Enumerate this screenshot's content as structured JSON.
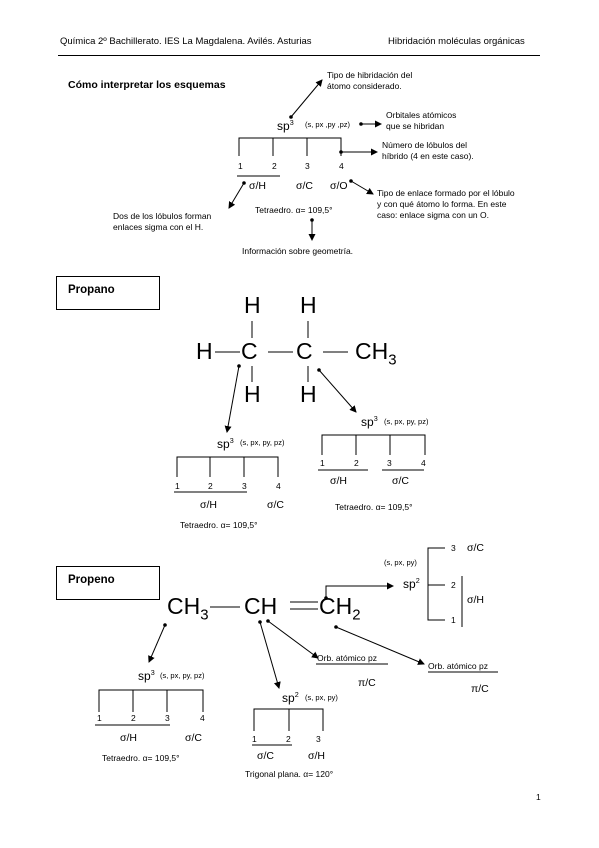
{
  "header": {
    "left": "Química 2º Bachillerato. IES La Magdalena. Avilés. Asturias",
    "right": "Hibridación moléculas orgánicas"
  },
  "intro": {
    "title": "Cómo interpretar los esquemas",
    "hyb_type_note": [
      "Tipo de hibridación del",
      "átomo considerado."
    ],
    "orbitals_note": [
      "Orbitales atómicos",
      "que se hibridan"
    ],
    "lobes_note": [
      "Número de lóbulos del",
      "híbrido (4 en este caso)."
    ],
    "bond_note": [
      "Tipo de enlace formado por el lóbulo",
      "y con qué átomo lo forma. En este",
      "caso: enlace sigma con un O."
    ],
    "two_lobes_note": [
      "Dos de los lóbulos forman",
      "enlaces sigma con el H."
    ],
    "geometry_note": "Información sobre geometría.",
    "hyb_base": "sp",
    "hyb_exp": "3",
    "orbitals": "(s, px ,py ,pz)",
    "lobes": [
      "1",
      "2",
      "3",
      "4"
    ],
    "bonds": [
      "σ/H",
      "σ/C",
      "σ/O"
    ],
    "geometry": "Tetraedro. α= 109,5°"
  },
  "propano": {
    "label": "Propano",
    "atoms": {
      "H": "H",
      "C": "C",
      "CH3_base": "CH",
      "CH3_sub": "3"
    },
    "carbon1": {
      "hyb_base": "sp",
      "hyb_exp": "3",
      "orbitals": "(s, px, py, pz)",
      "lobes": [
        "1",
        "2",
        "3",
        "4"
      ],
      "bond_H": "σ/H",
      "bond_C": "σ/C",
      "geometry": "Tetraedro. α= 109,5°"
    },
    "carbon2": {
      "hyb_base": "sp",
      "hyb_exp": "3",
      "orbitals": "(s, px, py, pz)",
      "lobes": [
        "1",
        "2",
        "3",
        "4"
      ],
      "bond_H": "σ/H",
      "bond_C": "σ/C",
      "geometry": "Tetraedro. α= 109,5°"
    }
  },
  "propeno": {
    "label": "Propeno",
    "formula": {
      "ch3_base": "CH",
      "ch3_sub": "3",
      "dash": "–",
      "ch": "CH",
      "double": "=",
      "ch2_base": "CH",
      "ch2_sub": "2"
    },
    "carbon1": {
      "hyb_base": "sp",
      "hyb_exp": "3",
      "orbitals": "(s, px, py, pz)",
      "lobes": [
        "1",
        "2",
        "3",
        "4"
      ],
      "bond_H": "σ/H",
      "bond_C": "σ/C",
      "geometry": "Tetraedro. α= 109,5°"
    },
    "carbon2": {
      "hyb_base": "sp",
      "hyb_exp": "2",
      "orbitals": "(s, px, py)",
      "lobes": [
        "1",
        "2",
        "3"
      ],
      "bond_C": "σ/C",
      "bond_H": "σ/H",
      "geometry": "Trigonal plana. α= 120°",
      "pz_label": "Orb. atómico  pz",
      "pz_bond": "π/C"
    },
    "carbon3": {
      "hyb_base": "sp",
      "hyb_exp": "2",
      "orbitals": "(s, px, py)",
      "lobes": [
        "3",
        "2",
        "1"
      ],
      "bond_C": "σ/C",
      "bond_H": "σ/H",
      "pz_label": "Orb. atómico  pz",
      "pz_bond": "π/C"
    }
  },
  "page_number": "1"
}
